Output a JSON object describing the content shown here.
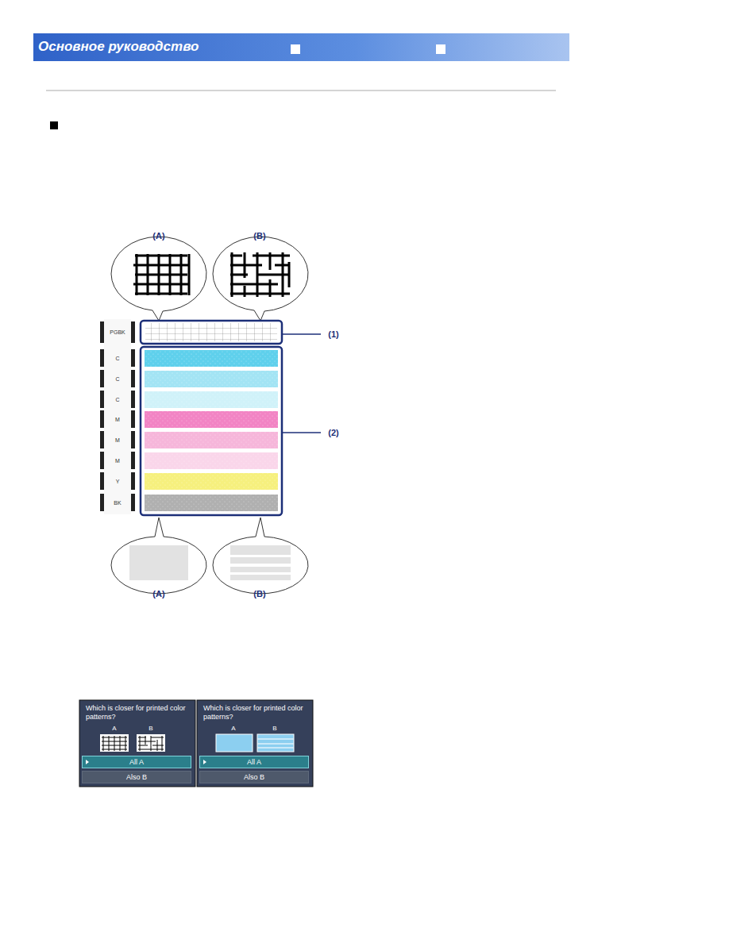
{
  "diagram": {
    "nodes": [
      {
        "text": [
          "Основное руководство"
        ]
      },
      {
        "text": [
          "Which is closer for printed color patterns?",
          "A",
          "B"
        ]
      },
      {
        "text": [
          "All A"
        ],
        "in": 1
      },
      {
        "text": [
          "Also B"
        ],
        "in": 1
      },
      {
        "text": [
          "Which is closer for printed color patterns?",
          "A",
          "B"
        ]
      },
      {
        "text": [
          "All A"
        ],
        "in": 4
      },
      {
        "text": [
          "Also B"
        ],
        "in": 4
      }
    ],
    "labels": [
      "(A)",
      "(B)",
      "(1)",
      "(2)",
      "PGBK",
      "C",
      "C",
      "C",
      "M",
      "M",
      "M",
      "Y",
      "BK",
      "(A)",
      "(B)"
    ]
  }
}
